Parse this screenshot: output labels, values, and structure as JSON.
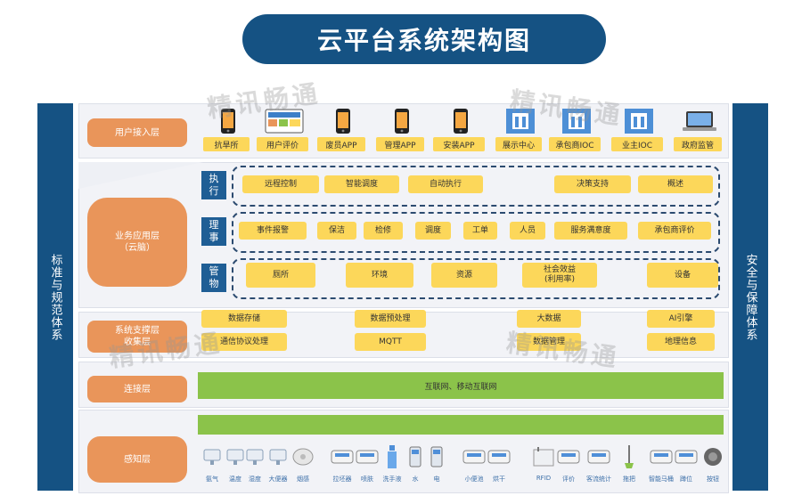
{
  "title": "云平台系统架构图",
  "left_bar": "标准与规范体系",
  "right_bar": "安全与保障体系",
  "watermark": "精讯畅通",
  "layers": {
    "user": {
      "label": "用户接入层",
      "apps": [
        "抗旱所",
        "用户评价",
        "废员APP",
        "管理APP",
        "安装APP",
        "展示中心",
        "承包商IOC",
        "业主IOC",
        "政府监管"
      ]
    },
    "business": {
      "label": "业务应用层\n（云脑）",
      "rows": [
        {
          "tag": "执行",
          "items": [
            "远程控制",
            "智能调度",
            "自动执行",
            "决策支持",
            "概述"
          ]
        },
        {
          "tag": "理事",
          "items": [
            "事件报警",
            "保洁",
            "检修",
            "调度",
            "工单",
            "人员",
            "服务满意度",
            "承包商评价"
          ]
        },
        {
          "tag": "管物",
          "items": [
            "厕所",
            "环境",
            "资源",
            "社会效益\n(利用率)",
            "设备"
          ]
        }
      ]
    },
    "support": {
      "label": "系统支撑层\n收集层",
      "items": [
        "数据存储",
        "数据预处理",
        "大数据",
        "AI引擎",
        "通信协议处理",
        "MQTT",
        "数据管理",
        "地理信息"
      ]
    },
    "connect": {
      "label": "连接层",
      "network": "互联网、移动互联网"
    },
    "perception": {
      "label": "感知层",
      "sensors": [
        "氨气",
        "温度",
        "湿度",
        "大便器",
        "烟感",
        "拉坯器",
        "喷肤",
        "洗手液",
        "水",
        "电",
        "小便池",
        "烘干",
        "RFID",
        "评价",
        "客流统计",
        "拖把",
        "智能马桶",
        "蹲位",
        "按钮"
      ]
    }
  },
  "colors": {
    "navy": "#155283",
    "orange": "#e9955a",
    "yellow": "#fcd75a",
    "green": "#8bc34a"
  }
}
